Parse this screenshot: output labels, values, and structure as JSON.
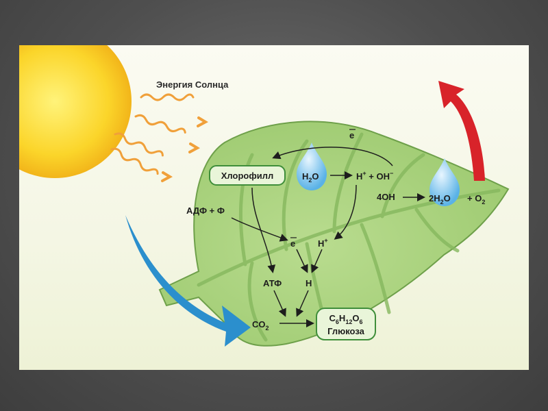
{
  "diagram": {
    "sun_label": "Энергия Солнца",
    "electron_top": "e",
    "chlorophyll": "Хлорофилл",
    "water_h": "H",
    "water_sub": "2",
    "water_o": "O",
    "hplus_a": "H",
    "hplus_sup": "+",
    "hplus_b": " + OH",
    "oh_sup": "−",
    "four_oh": "4OH",
    "two_h2o_a": "2H",
    "two_h2o_sub": "2",
    "two_h2o_b": "O",
    "plus_o2_a": "+ O",
    "plus_o2_sub": "2",
    "adp_phi": "АДФ + Ф",
    "electron_mid": "e",
    "h_plus_mid": "H",
    "h_plus_mid_sup": "+",
    "atf": "АТФ",
    "h": "H",
    "co2_a": "CO",
    "co2_sub": "2",
    "glucose_c": "C",
    "glucose_c_sub": "6",
    "glucose_h": "H",
    "glucose_h_sub": "12",
    "glucose_o": "O",
    "glucose_o_sub": "6",
    "glucose_name": "Глюкоза"
  },
  "colors": {
    "sun": "#f7c51a",
    "leaf": "#a9d37e",
    "leaf_edge": "#6ea04a",
    "blue_arrow": "#2b8fcd",
    "red_arrow": "#d8232a",
    "ray": "#f0a03a",
    "box_border": "#3f8e3a"
  },
  "icons": [
    "sun-icon",
    "water-drop-icon",
    "heat-ray-icon"
  ]
}
